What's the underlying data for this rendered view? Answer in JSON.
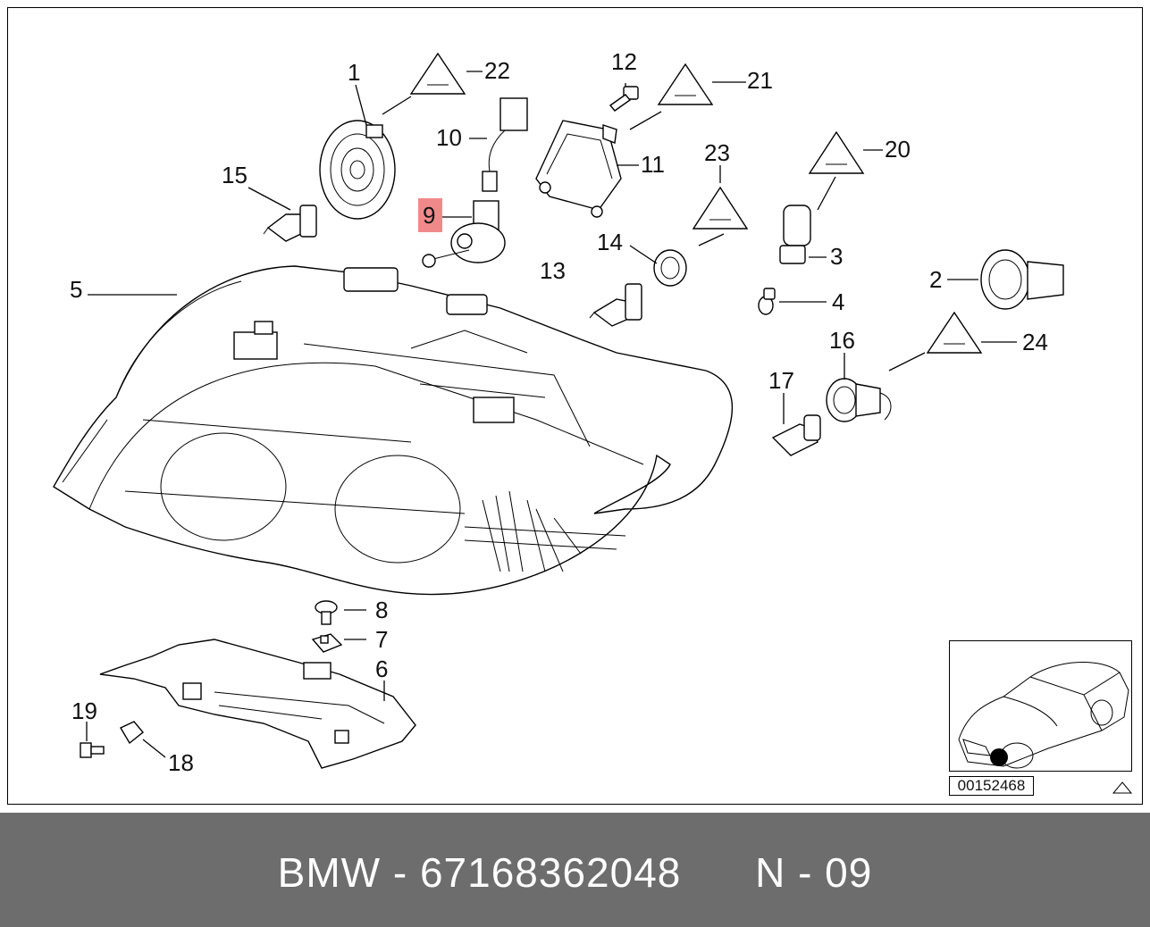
{
  "diagram": {
    "callouts": [
      "1",
      "2",
      "3",
      "4",
      "5",
      "6",
      "7",
      "8",
      "9",
      "10",
      "11",
      "12",
      "13",
      "14",
      "15",
      "16",
      "17",
      "18",
      "19",
      "20",
      "21",
      "22",
      "23",
      "24"
    ],
    "highlighted_callout": "9",
    "highlight_color": "#f08a8a",
    "warning_badge_text": "",
    "inset_reference": "00152468"
  },
  "footer": {
    "brand": "BMW",
    "separator": " - ",
    "part_number": "67168362048",
    "position_label": "N - 09",
    "background_color": "#6d6d6d",
    "text_color": "#ffffff"
  }
}
